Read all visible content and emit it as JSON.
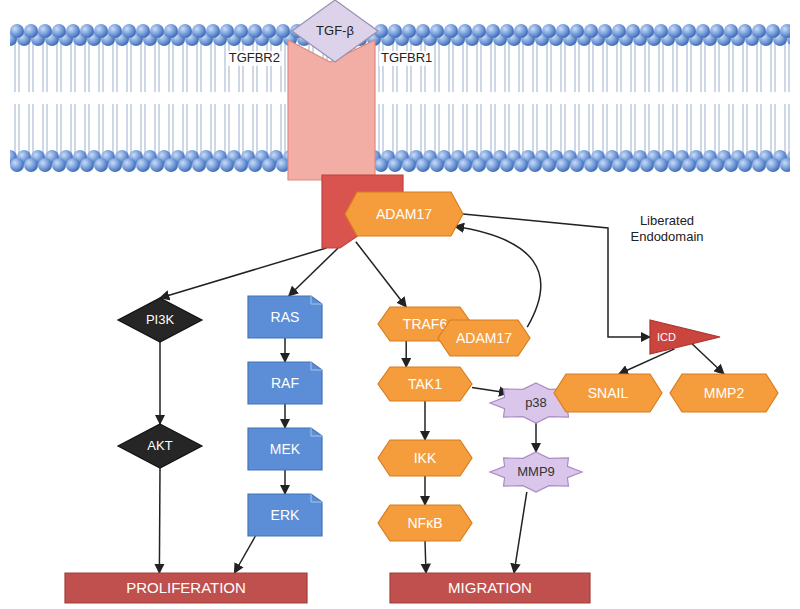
{
  "diagram": {
    "nodes": [
      {
        "text": [
          "TGF-β"
        ]
      },
      {
        "text": [
          "TGFBR2",
          "TGFBR1"
        ]
      },
      {
        "text": [
          "ADAM17"
        ]
      },
      {
        "text": [
          "PI3K"
        ]
      },
      {
        "text": [
          "AKT"
        ]
      },
      {
        "text": [
          "RAS"
        ]
      },
      {
        "text": [
          "RAF"
        ]
      },
      {
        "text": [
          "MEK"
        ]
      },
      {
        "text": [
          "ERK"
        ]
      },
      {
        "text": [
          "TRAF6"
        ]
      },
      {
        "text": [
          "ADAM17"
        ]
      },
      {
        "text": [
          "TAK1"
        ]
      },
      {
        "text": [
          "IKK"
        ]
      },
      {
        "text": [
          "NFκB"
        ]
      },
      {
        "text": [
          "p38"
        ]
      },
      {
        "text": [
          "MMP9"
        ]
      },
      {
        "text": [
          "ICD"
        ]
      },
      {
        "text": [
          "SNAIL"
        ]
      },
      {
        "text": [
          "MMP2"
        ]
      },
      {
        "text": [
          "PROLIFERATION"
        ]
      },
      {
        "text": [
          "MIGRATION"
        ]
      }
    ],
    "edges": [
      {
        "from": 1,
        "to": 3,
        "arrow": "to"
      },
      {
        "from": 1,
        "to": 5,
        "arrow": "to"
      },
      {
        "from": 1,
        "to": 9,
        "arrow": "to"
      },
      {
        "from": 2,
        "to": 16,
        "arrow": "to"
      },
      {
        "from": 10,
        "to": 2,
        "arrow": "to"
      },
      {
        "from": 3,
        "to": 4,
        "arrow": "to"
      },
      {
        "from": 4,
        "to": 19,
        "arrow": "to"
      },
      {
        "from": 5,
        "to": 6,
        "arrow": "to"
      },
      {
        "from": 6,
        "to": 7,
        "arrow": "to"
      },
      {
        "from": 7,
        "to": 8,
        "arrow": "to"
      },
      {
        "from": 8,
        "to": 19,
        "arrow": "to"
      },
      {
        "from": 9,
        "to": 11,
        "arrow": "to"
      },
      {
        "from": 11,
        "to": 12,
        "arrow": "to"
      },
      {
        "from": 12,
        "to": 13,
        "arrow": "to"
      },
      {
        "from": 13,
        "to": 20,
        "arrow": "to"
      },
      {
        "from": 11,
        "to": 14,
        "arrow": "to"
      },
      {
        "from": 14,
        "to": 15,
        "arrow": "to"
      },
      {
        "from": 15,
        "to": 20,
        "arrow": "to"
      },
      {
        "from": 16,
        "to": 17,
        "arrow": "to"
      },
      {
        "from": 16,
        "to": 18,
        "arrow": "to"
      }
    ],
    "labels": [
      "Liberated Endodomain"
    ]
  }
}
